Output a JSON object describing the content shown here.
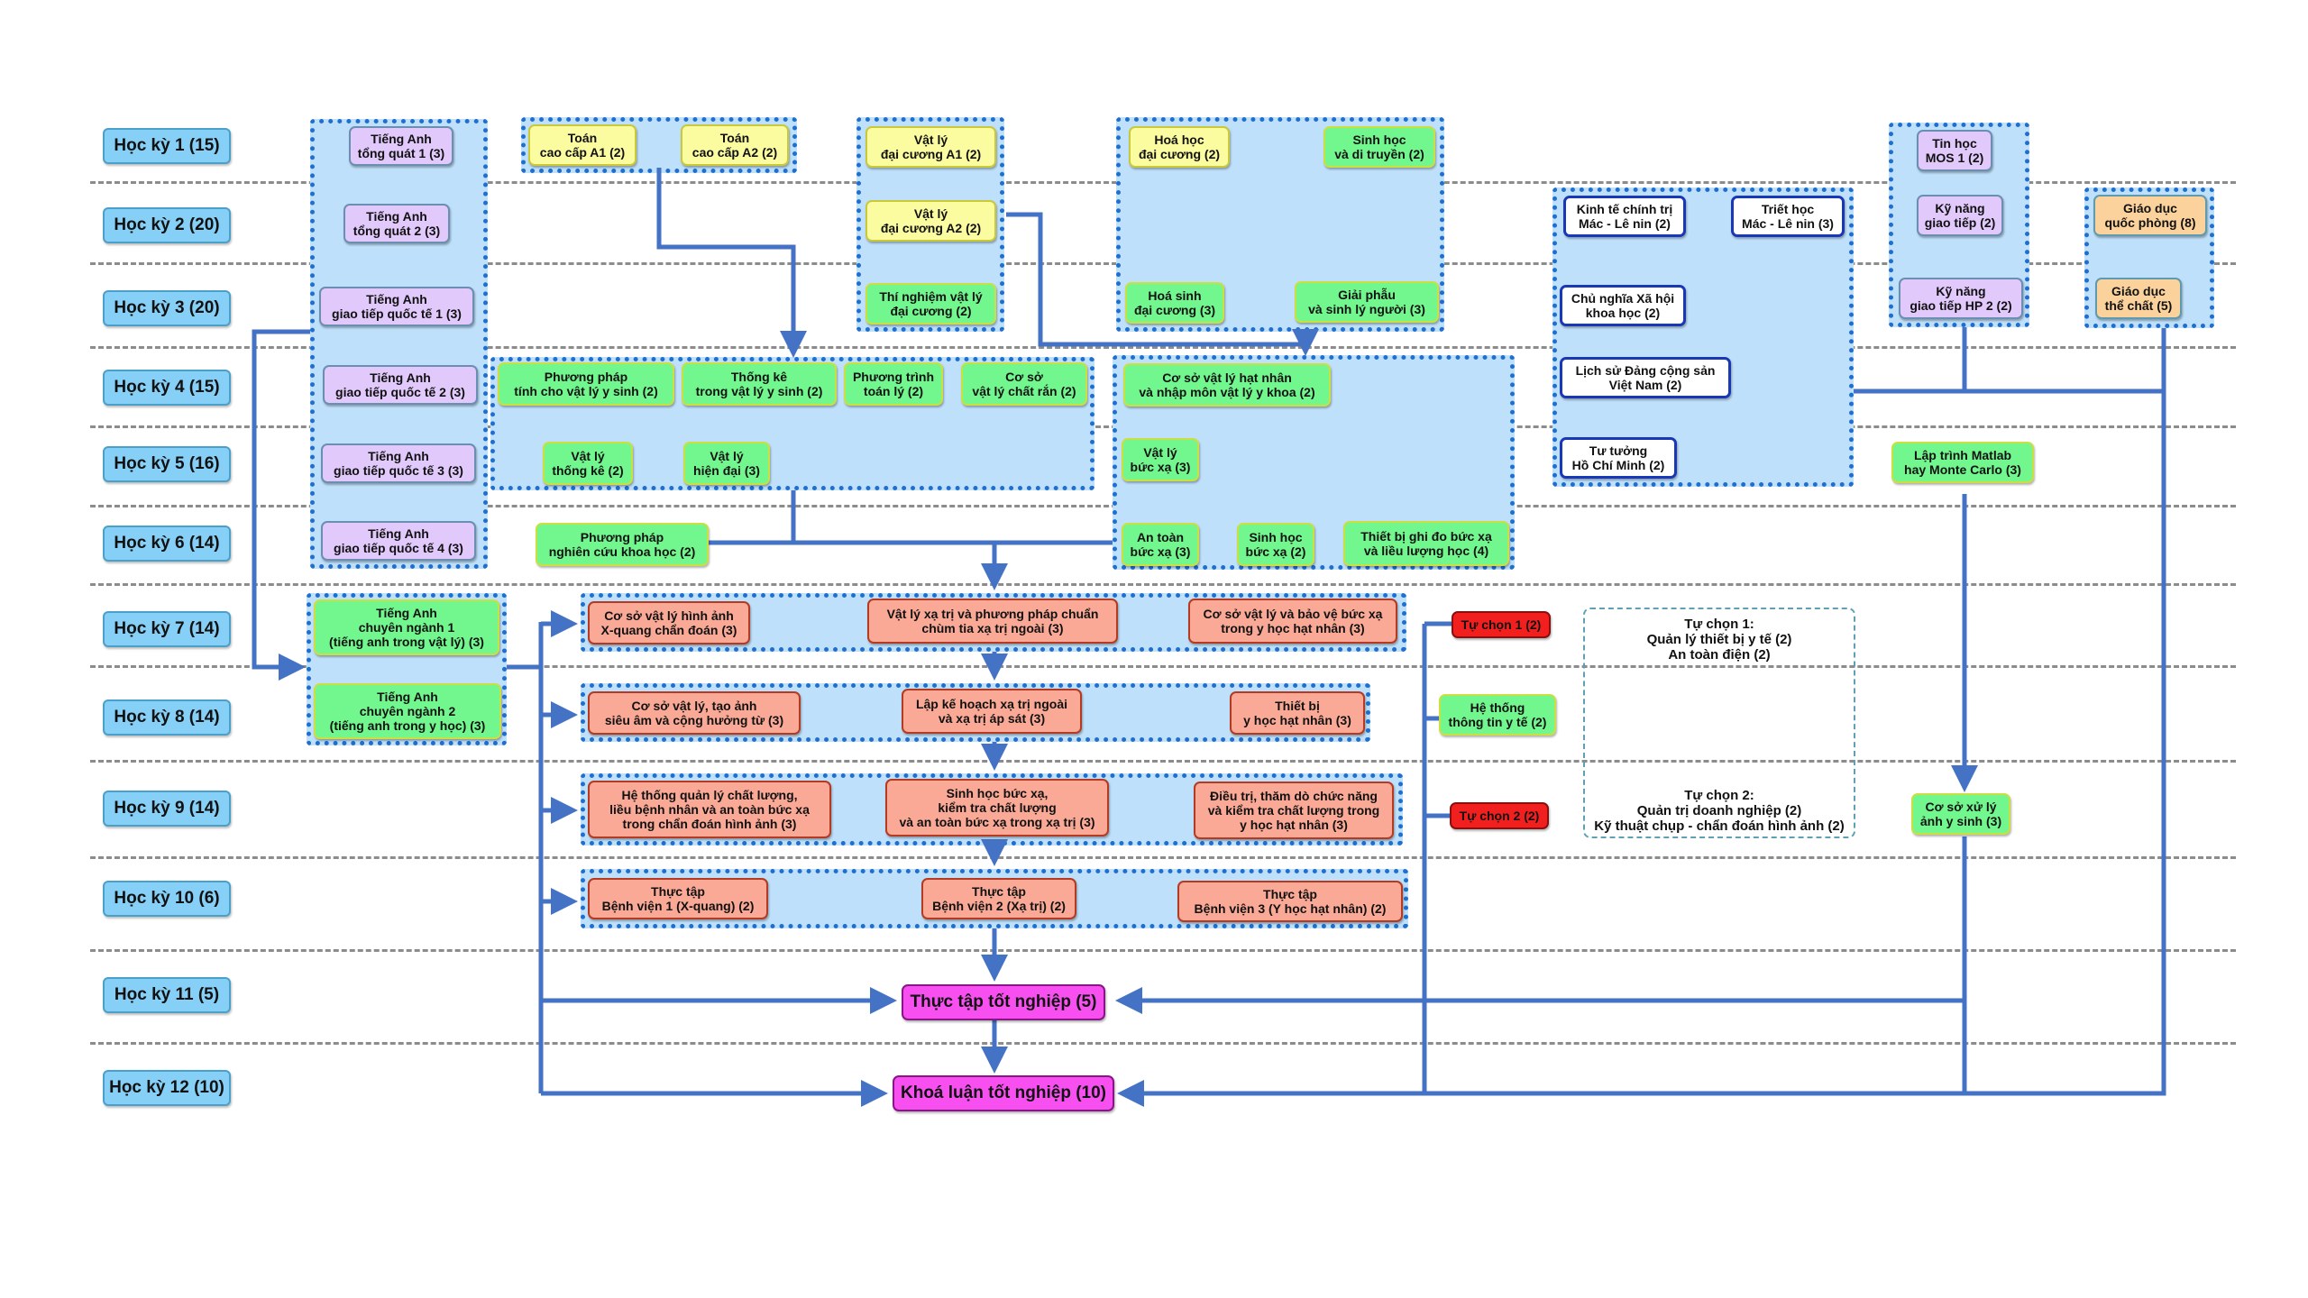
{
  "colors": {
    "semester_label": "#86cff7",
    "group_bg": "#bfe0fa",
    "group_border": "#1f6fd1",
    "connector": "#4472c4",
    "english_general": "#e1c9fb",
    "math_physics_basic": "#fbfba0",
    "major_course": "#72f78e",
    "political": "#ffffff",
    "defense_pe": "#fbd29b",
    "specialized": "#f9a995",
    "elective": "#f21f1f",
    "graduation": "#f74ff0"
  },
  "semesters": [
    {
      "label": "Học kỳ 1 (15)"
    },
    {
      "label": "Học kỳ 2 (20)"
    },
    {
      "label": "Học kỳ 3 (20)"
    },
    {
      "label": "Học kỳ 4 (15)"
    },
    {
      "label": "Học kỳ 5 (16)"
    },
    {
      "label": "Học kỳ 6 (14)"
    },
    {
      "label": "Học kỳ 7 (14)"
    },
    {
      "label": "Học kỳ 8 (14)"
    },
    {
      "label": "Học kỳ 9 (14)"
    },
    {
      "label": "Học kỳ 10 (6)"
    },
    {
      "label": "Học kỳ 11 (5)"
    },
    {
      "label": "Học kỳ 12 (10)"
    }
  ],
  "courses": {
    "ta_tq1": "Tiếng Anh\ntổng quát 1 (3)",
    "ta_tq2": "Tiếng Anh\ntổng quát 2 (3)",
    "ta_gt1": "Tiếng Anh\ngiao tiếp quốc tế 1 (3)",
    "ta_gt2": "Tiếng Anh\ngiao tiếp quốc tế 2 (3)",
    "ta_gt3": "Tiếng Anh\ngiao tiếp quốc tế 3 (3)",
    "ta_gt4": "Tiếng Anh\ngiao tiếp quốc tế 4 (3)",
    "ta_cn1": "Tiếng Anh\nchuyên ngành 1\n(tiếng anh trong vật lý) (3)",
    "ta_cn2": "Tiếng Anh\nchuyên ngành 2\n(tiếng anh trong y học) (3)",
    "toan_a1": "Toán\ncao cấp A1 (2)",
    "toan_a2": "Toán\ncao cấp A2 (2)",
    "vl_a1": "Vật lý\nđại cương A1 (2)",
    "vl_a2": "Vật lý\nđại cương A2 (2)",
    "tn_vl": "Thí nghiệm vật lý\nđại cương (2)",
    "hoa_dc": "Hoá học\nđại cương (2)",
    "sinh_dt": "Sinh học\nvà di truyền (2)",
    "hoa_sinh": "Hoá sinh\nđại cương (3)",
    "giai_phau": "Giải phẫu\nvà sinh lý người (3)",
    "pp_tinh": "Phương pháp\ntính cho vật lý y sinh (2)",
    "thong_ke": "Thống kê\ntrong vật lý y sinh (2)",
    "pt_toan_ly": "Phương trình\ntoán lý (2)",
    "vl_chat_ran": "Cơ sở\nvật lý chất rắn (2)",
    "vl_thong_ke": "Vật lý\nthống kê (2)",
    "vl_hien_dai": "Vật lý\nhiện đại (3)",
    "pp_nckh": "Phương pháp\nnghiên cứu khoa học (2)",
    "vl_hat_nhan": "Cơ sở vật lý hạt nhân\nvà nhập môn vật lý y khoa (2)",
    "vl_buc_xa": "Vật lý\nbức xạ (3)",
    "an_toan_bx": "An toàn\nbức xạ (3)",
    "sinh_hoc_bx": "Sinh học\nbức xạ (2)",
    "thiet_bi_ghi_do": "Thiết bị ghi đo bức xạ\nvà liều lượng học (4)",
    "kinh_te_ct": "Kinh tế chính trị\nMác - Lê nin (2)",
    "triet_hoc": "Triết học\nMác - Lê nin (3)",
    "cnxh": "Chủ nghĩa Xã hội\nkhoa học (2)",
    "lich_su_dang": "Lịch sử Đảng cộng sản\nViệt Nam (2)",
    "tt_hcm": "Tư tưởng\nHồ Chí Minh (2)",
    "tin_hoc": "Tin học\nMOS 1 (2)",
    "kn_giao_tiep": "Kỹ năng\ngiao tiếp (2)",
    "kn_giao_tiep_hp2": "Kỹ năng\ngiao tiếp HP 2 (2)",
    "gd_qp": "Giáo dục\nquốc phòng (8)",
    "gd_tc": "Giáo dục\nthể chất (5)",
    "lap_trinh": "Lập trình Matlab\nhay Monte Carlo (3)",
    "xu_ly_anh": "Cơ sở xử lý\nảnh y sinh (3)",
    "ht_thong_tin": "Hệ thống\nthông tin y tế (2)",
    "tu_chon_1": "Tự chọn 1 (2)",
    "tu_chon_2": "Tự chọn 2 (2)",
    "xquang": "Cơ sở vật lý hình ảnh\nX-quang chẩn đoán (3)",
    "xa_tri": "Vật lý xạ trị và phương pháp chuẩn\nchùm tia xạ trị ngoài (3)",
    "bao_ve_bx": "Cơ sở vật lý và bảo vệ bức xạ\ntrong y học hạt nhân (3)",
    "sieu_am": "Cơ sở vật lý, tạo ảnh\nsiêu âm và cộng hưởng từ (3)",
    "ke_hoach_xa_tri": "Lập kế hoạch xạ trị ngoài\nvà xạ trị áp sát (3)",
    "thiet_bi_yhhn": "Thiết bị\ny học hạt nhân (3)",
    "ql_chat_luong": "Hệ thống quản lý chất lượng,\nliều bệnh nhân và an toàn bức xạ\ntrong chẩn đoán hình ảnh (3)",
    "sinh_hoc_kiem_tra": "Sinh học bức xạ,\nkiểm tra chất lượng\nvà an toàn bức xạ trong xạ trị (3)",
    "dieu_tri": "Điều trị, thăm dò chức năng\nvà kiểm tra chất lượng trong\ny học hạt nhân (3)",
    "tt_bv1": "Thực tập\nBệnh viện 1 (X-quang) (2)",
    "tt_bv2": "Thực tập\nBệnh viện 2 (Xạ trị) (2)",
    "tt_bv3": "Thực tập\nBệnh viện 3 (Y học hạt nhân) (2)",
    "tt_tot_nghiep": "Thực tập tốt nghiệp (5)",
    "khoa_luan": "Khoá luận tốt nghiệp (10)"
  },
  "elective_note": {
    "group1": "Tự chọn 1:\nQuản lý thiết bị y tế (2)\nAn toàn điện (2)",
    "group2": "Tự chọn 2:\nQuản trị doanh nghiệp (2)\nKỹ thuật chụp - chẩn đoán hình ảnh (2)"
  }
}
